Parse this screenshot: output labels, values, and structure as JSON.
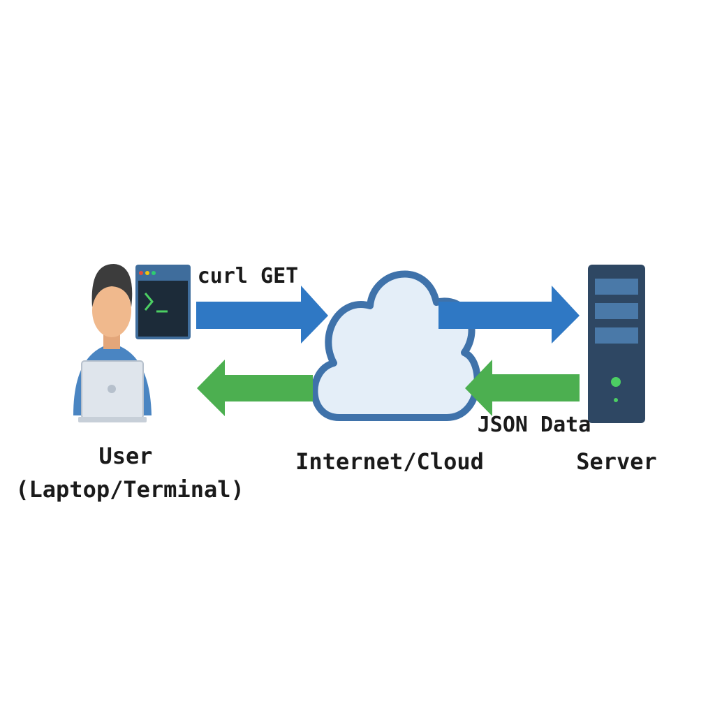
{
  "request_label": "curl GET",
  "response_label": "JSON Data",
  "nodes": {
    "user": {
      "label_line1": "User",
      "label_line2": "(Laptop/Terminal)"
    },
    "cloud": {
      "label": "Internet/Cloud"
    },
    "server": {
      "label": "Server"
    }
  },
  "colors": {
    "request_arrow": "#2f78c4",
    "response_arrow": "#4caf50",
    "cloud_fill": "#e4eef8",
    "cloud_stroke": "#3f72aa",
    "server_body": "#2e4763",
    "server_bay": "#4a79a8",
    "server_led": "#4ccf63",
    "terminal_bg": "#1c2b39",
    "terminal_prompt": "#4ccf63",
    "user_shirt": "#4a85c2",
    "user_hair": "#3c3c3c",
    "user_skin": "#f0b98d",
    "laptop": "#dfe5ec"
  }
}
